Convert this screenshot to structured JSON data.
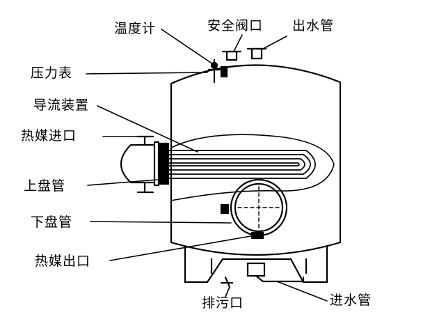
{
  "labels": {
    "thermometer": "温度计",
    "safety_valve_port": "安全阀口",
    "water_outlet_pipe": "出水管",
    "pressure_gauge": "压力表",
    "flow_guide_device": "导流装置",
    "heat_medium_inlet": "热媒进口",
    "upper_coil": "上盘管",
    "lower_coil": "下盘管",
    "heat_medium_outlet": "热媒出口",
    "drain_port": "排污口",
    "water_inlet_pipe": "进水管"
  },
  "colors": {
    "line": "#000000",
    "background": "#ffffff"
  }
}
